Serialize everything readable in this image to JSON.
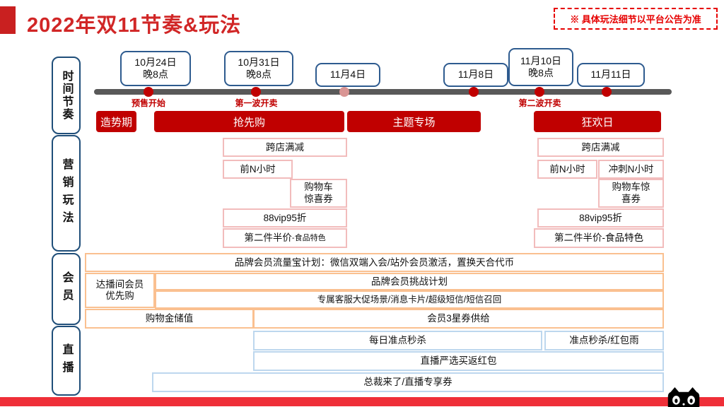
{
  "header": {
    "title": "2022年双11节奏&玩法",
    "notice": "※ 具体玩法细节以平台公告为准"
  },
  "sections": {
    "timeline_label": "时间节奏",
    "marketing_label": "营销玩法",
    "member_label": "会员",
    "live_label": "直播"
  },
  "timeline": {
    "dates": [
      {
        "line1": "10月24日",
        "line2": "晚8点"
      },
      {
        "line1": "10月31日",
        "line2": "晚8点"
      },
      {
        "line1": "11月4日",
        "line2": ""
      },
      {
        "line1": "11月8日",
        "line2": ""
      },
      {
        "line1": "11月10日",
        "line2": "晚8点"
      },
      {
        "line1": "11月11日",
        "line2": ""
      }
    ],
    "milestones": [
      {
        "label": "预售开始"
      },
      {
        "label": "第一波开卖"
      },
      {
        "label": "第二波开卖"
      }
    ],
    "phases": [
      {
        "label": "造势期"
      },
      {
        "label": "抢先购"
      },
      {
        "label": "主题专场"
      },
      {
        "label": "狂欢日"
      }
    ]
  },
  "marketing": {
    "left": {
      "cross_store": "跨店满减",
      "first_n_hours": "前N小时",
      "cart_coupon_line1": "购物车",
      "cart_coupon_line2": "惊喜券",
      "vip_discount": "88vip95折",
      "half_price_main": "第二件半价",
      "half_price_suffix": "-食品特色"
    },
    "right": {
      "cross_store": "跨店满减",
      "first_n_hours": "前N小时",
      "sprint_n_hours": "冲刺N小时",
      "cart_coupon_line1": "购物车惊",
      "cart_coupon_line2": "喜券",
      "vip_discount": "88vip95折",
      "half_price": "第二件半价-食品特色"
    }
  },
  "member": {
    "traffic_plan": "品牌会员流量宝计划：微信双端入会/站外会员激活，置换天合代币",
    "live_room_priority_line1": "达播间会员",
    "live_room_priority_line2": "优先购",
    "challenge_plan": "品牌会员挑战计划",
    "service_reach": "专属客服大促场景/消息卡片/超级短信/短信召回",
    "shopping_gold": "购物金储值",
    "star_coupon": "会员3星券供给"
  },
  "live": {
    "daily_flash_sale": "每日准点秒杀",
    "flash_red_packet": "准点秒杀/红包雨",
    "live_rebate": "直播严选买返红包",
    "ceo_coupon": "总裁来了/直播专享券"
  },
  "colors": {
    "primary_red": "#c00000",
    "title_red": "#d12626",
    "notice_red": "#e60000",
    "timeline_gray": "#595959",
    "light_dot": "#d99594",
    "date_border_blue": "#2e5b8f",
    "marketing_border_pink": "#f2bcbc",
    "member_border_orange": "#fac090",
    "live_border_blue": "#bdd7ee",
    "bottom_strip_red": "#ef2f38"
  }
}
